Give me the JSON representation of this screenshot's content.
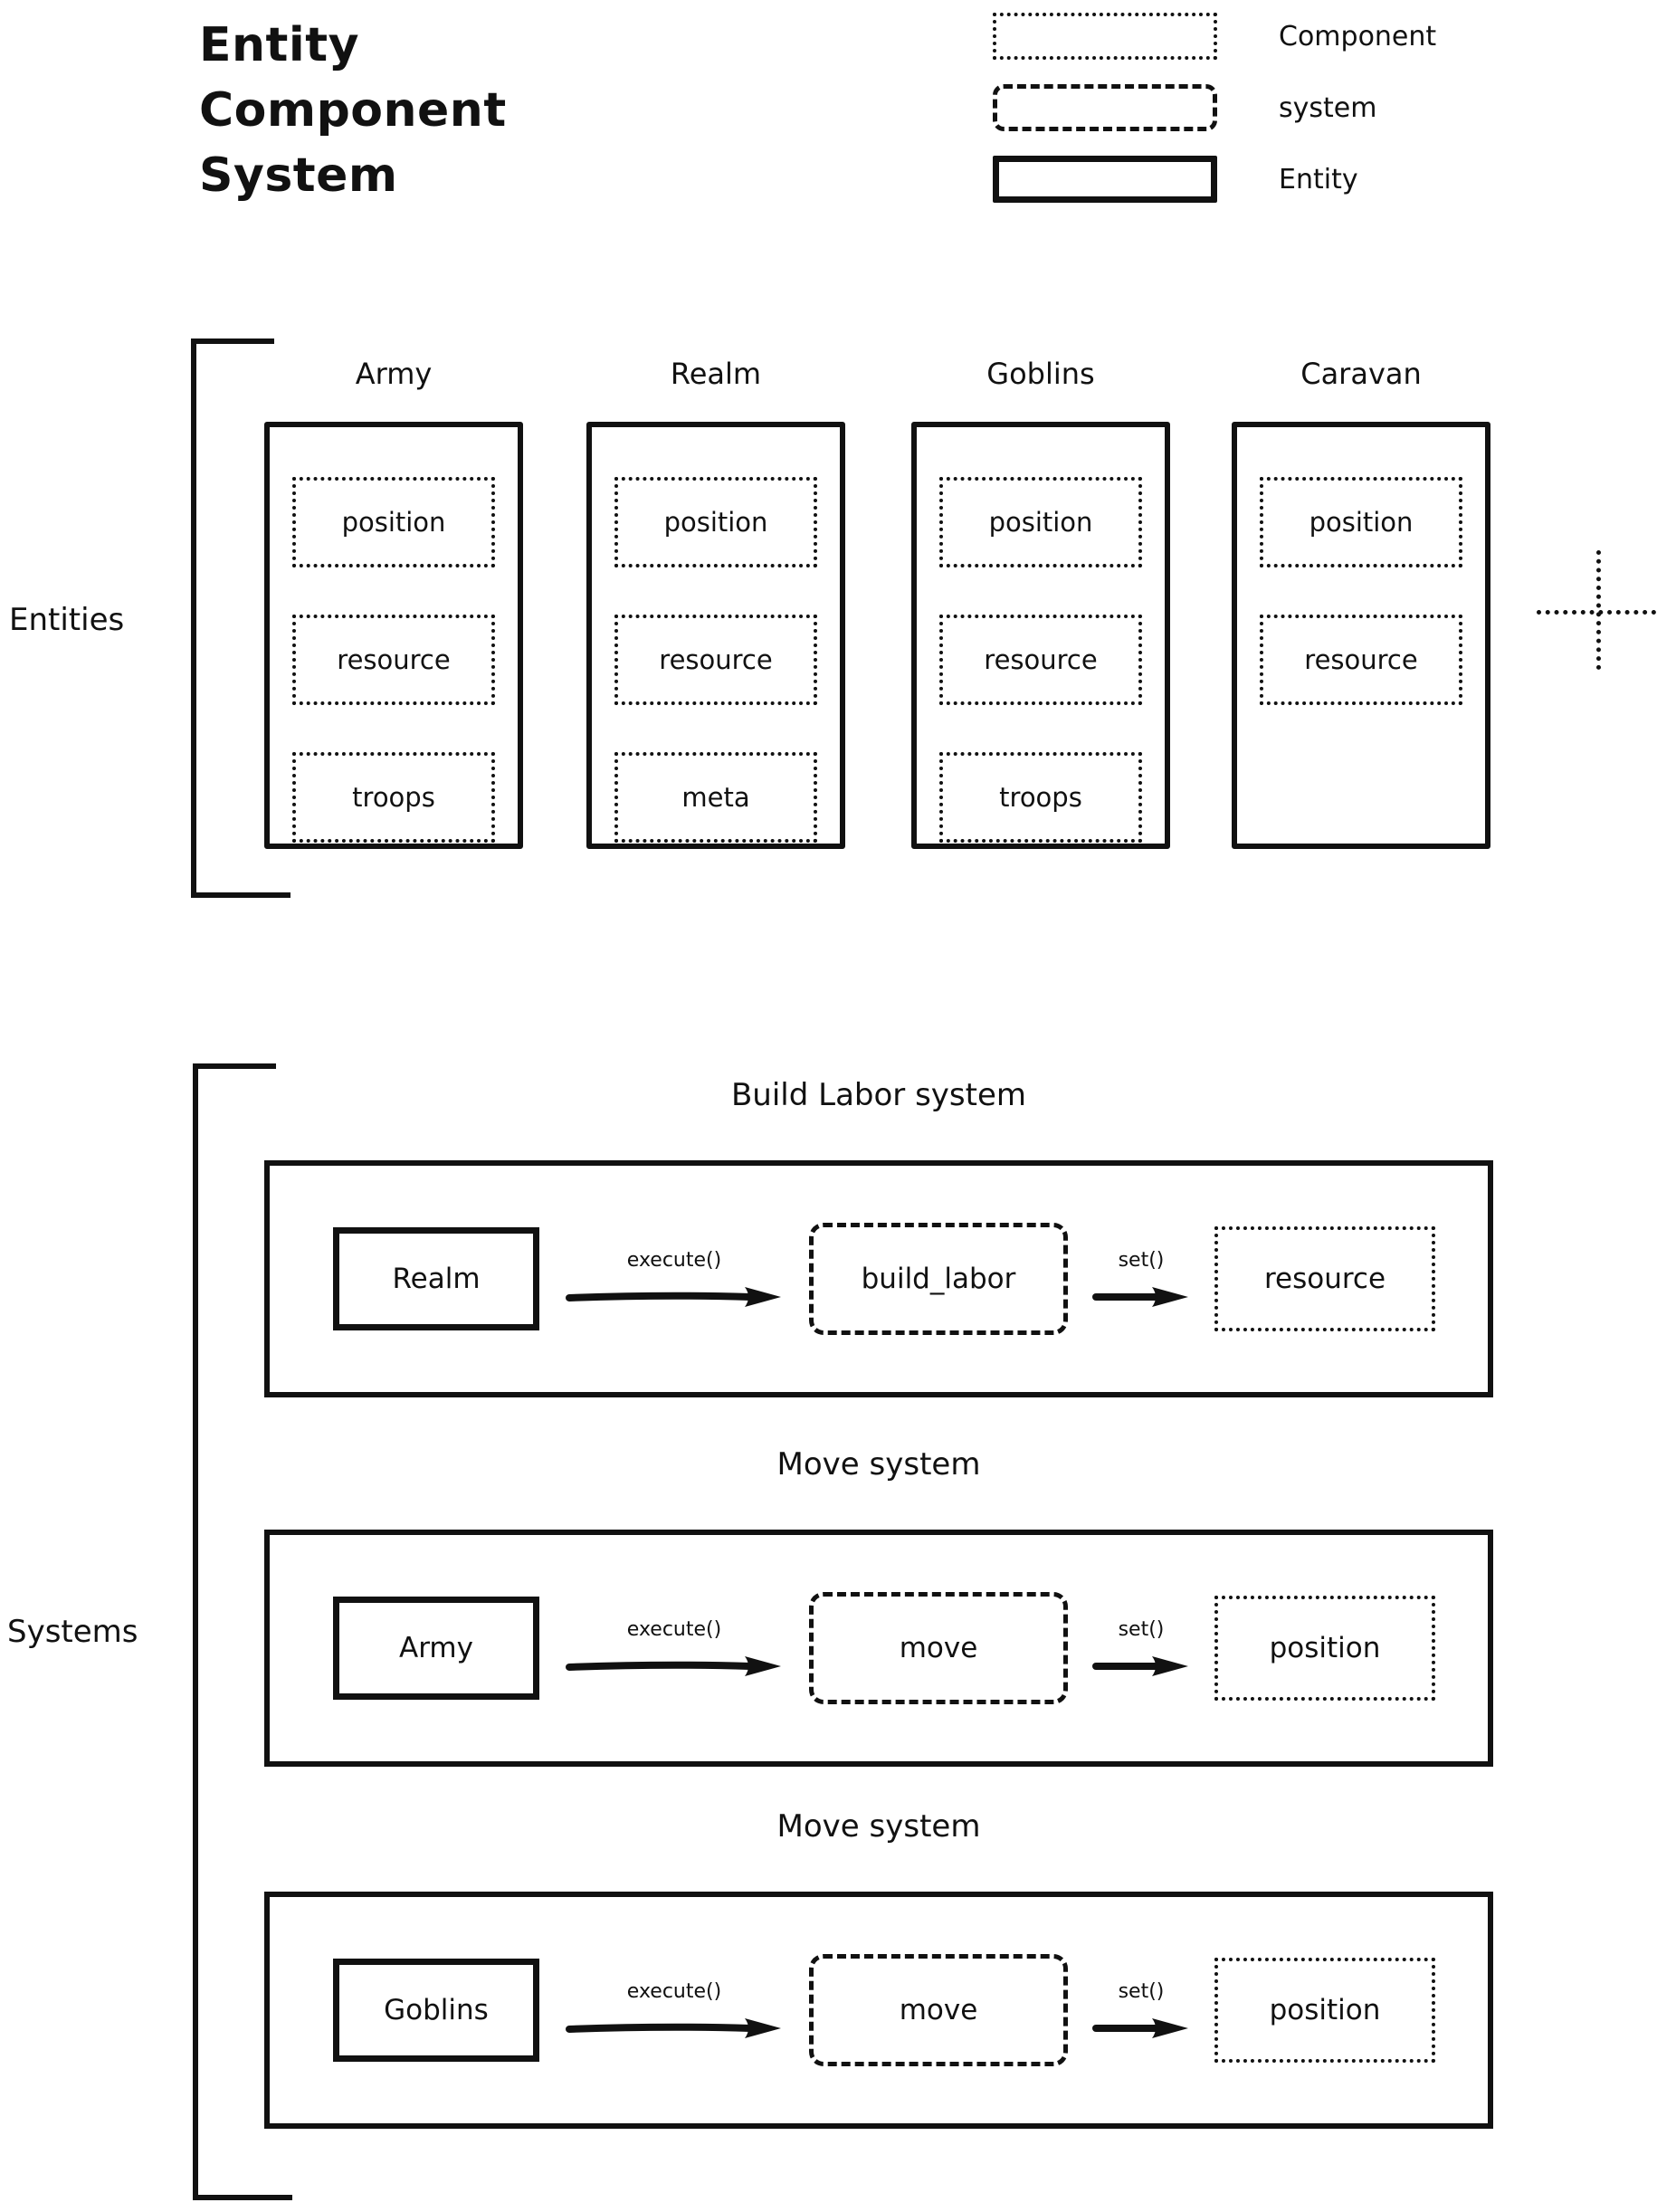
{
  "title": {
    "lines": [
      "Entity",
      "Component",
      "System"
    ]
  },
  "legend": {
    "items": [
      {
        "style": "dotted",
        "label": "Component"
      },
      {
        "style": "dashed",
        "label": "system"
      },
      {
        "style": "solid",
        "label": "Entity"
      }
    ]
  },
  "entities_section": {
    "label": "Entities",
    "entities": [
      {
        "name": "Army",
        "components": [
          "position",
          "resource",
          "troops"
        ]
      },
      {
        "name": "Realm",
        "components": [
          "position",
          "resource",
          "meta"
        ]
      },
      {
        "name": "Goblins",
        "components": [
          "position",
          "resource",
          "troops"
        ]
      },
      {
        "name": "Caravan",
        "components": [
          "position",
          "resource"
        ]
      }
    ]
  },
  "systems_section": {
    "label": "Systems",
    "systems": [
      {
        "title": "Build Labor system",
        "entity": "Realm",
        "call": "execute()",
        "system": "build_labor",
        "setter": "set()",
        "component": "resource"
      },
      {
        "title": "Move system",
        "entity": "Army",
        "call": "execute()",
        "system": "move",
        "setter": "set()",
        "component": "position"
      },
      {
        "title": "Move system",
        "entity": "Goblins",
        "call": "execute()",
        "system": "move",
        "setter": "set()",
        "component": "position"
      }
    ]
  },
  "colors": {
    "ink": "#111111",
    "background": "#ffffff"
  }
}
